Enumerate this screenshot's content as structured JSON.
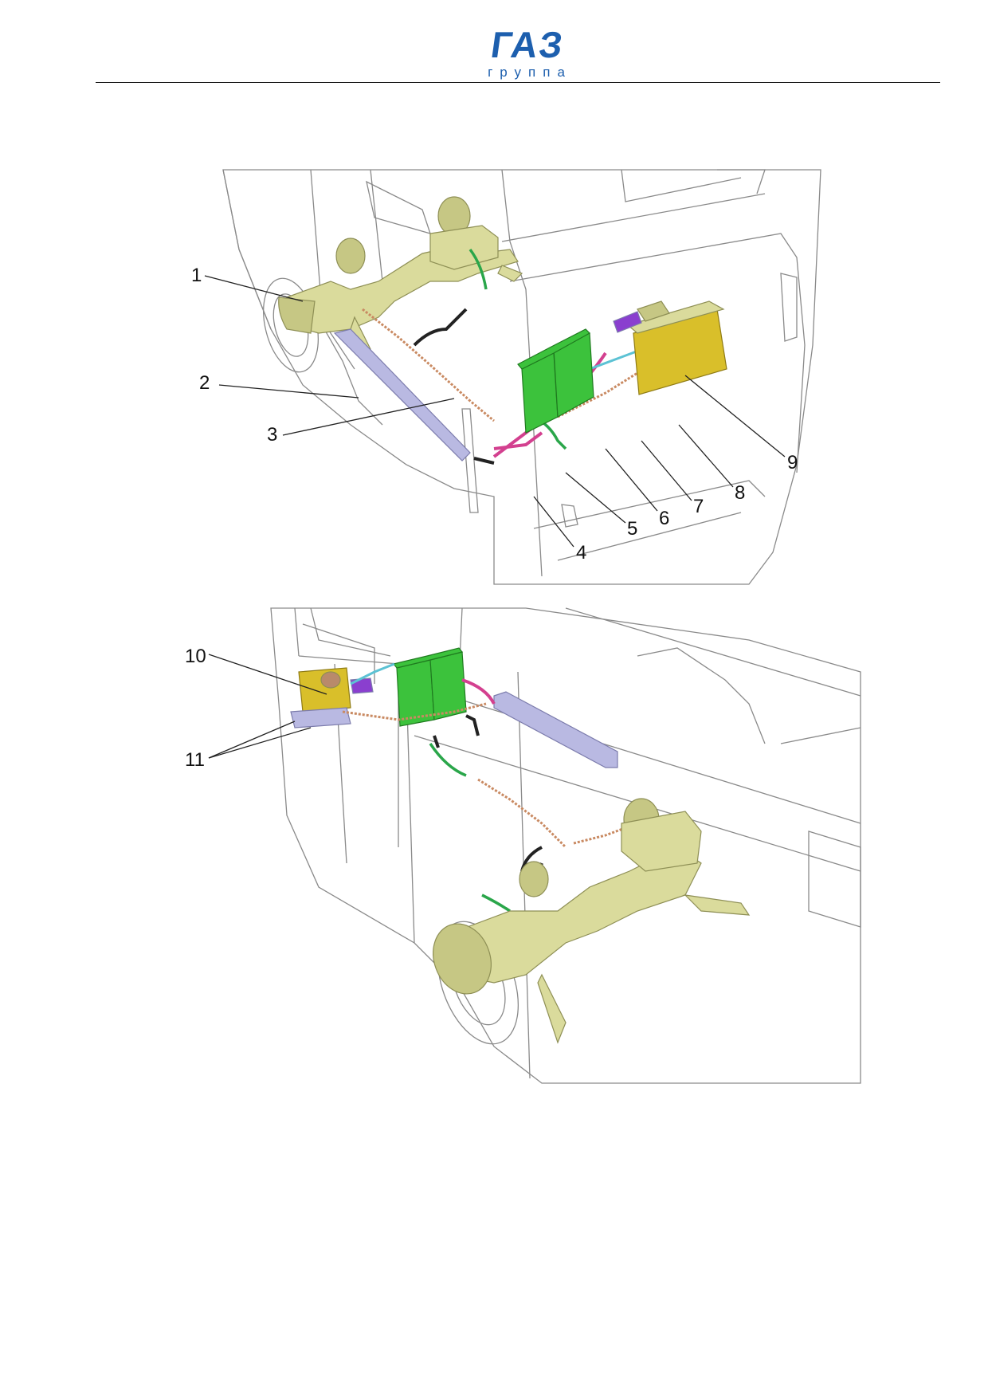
{
  "header": {
    "logo_mark": "ГАЗ",
    "logo_sub": "группа",
    "brand_color": "#1d5fae"
  },
  "figure_top": {
    "callouts": [
      "1",
      "2",
      "3",
      "4",
      "5",
      "6",
      "7",
      "8",
      "9"
    ]
  },
  "figure_bottom": {
    "callouts": [
      "10",
      "11"
    ]
  },
  "colors": {
    "axle": "#dadb9c",
    "battery": "#3cc23c",
    "radiator": "#d9bf2a",
    "beam": "#b9b9e2",
    "hose": "#d3408f"
  }
}
